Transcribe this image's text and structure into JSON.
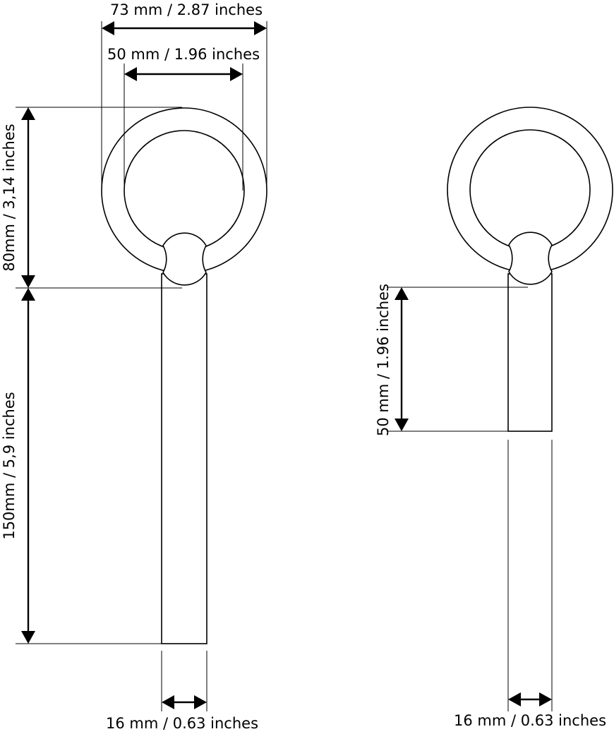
{
  "left_drawing": {
    "ring_outer_width": "73 mm / 2.87 inches",
    "ring_inner_width": "50 mm / 1.96 inches",
    "ring_height": "80mm / 3,14 inches",
    "bar_length": "150mm / 5,9 inches",
    "bar_width": "16 mm / 0.63 inches"
  },
  "right_drawing": {
    "bar_length": "50 mm / 1.96 inches",
    "bar_width": "16 mm / 0.63 inches"
  }
}
